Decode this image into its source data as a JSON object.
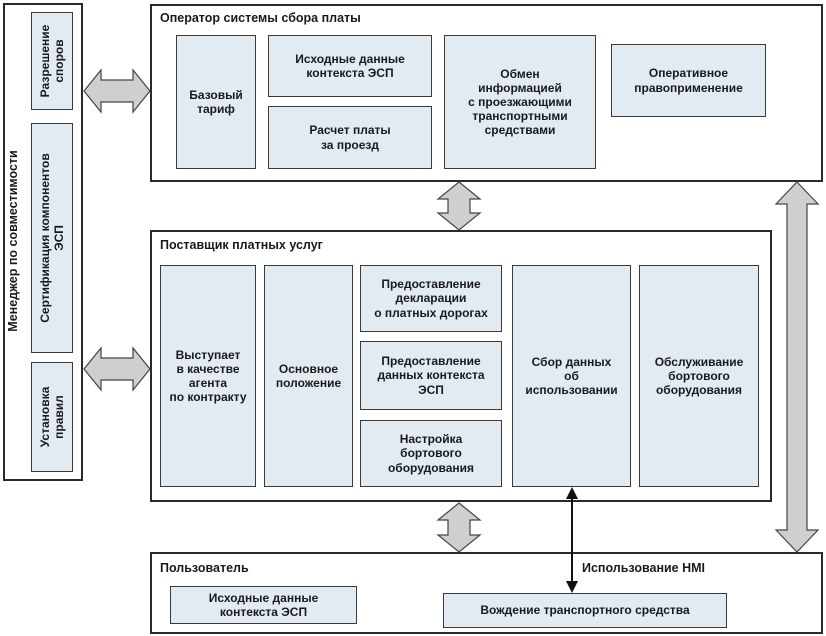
{
  "compat_manager": {
    "title": "Менеджер по совместимости",
    "boxes": [
      {
        "label": "Разрешение\nспоров"
      },
      {
        "label": "Сертификация компонентов\nЭСП"
      },
      {
        "label": "Установка\nправил"
      }
    ]
  },
  "operator": {
    "title": "Оператор системы сбора платы",
    "boxes": [
      {
        "label": "Базовый\nтариф"
      },
      {
        "label": "Исходные данные\nконтекста ЭСП"
      },
      {
        "label": "Расчет платы\nза проезд"
      },
      {
        "label": "Обмен\nинформацией\nс проезжающими\nтранспортными\nсредствами"
      },
      {
        "label": "Оперативное\nправоприменение"
      }
    ]
  },
  "provider": {
    "title": "Поставщик платных услуг",
    "boxes": [
      {
        "label": "Выступает\nв качестве\nагента\nпо контракту"
      },
      {
        "label": "Основное\nположение"
      },
      {
        "label": "Предоставление\nдекларации\nо платных дорогах"
      },
      {
        "label": "Предоставление\nданных контекста\nЭСП"
      },
      {
        "label": "Настройка\nбортового\nоборудования"
      },
      {
        "label": "Сбор данных\nоб\nиспользовании"
      },
      {
        "label": "Обслуживание\nбортового\nоборудования"
      }
    ]
  },
  "user": {
    "title": "Пользователь",
    "boxes": [
      {
        "label": "Исходные данные\nконтекста ЭСП"
      },
      {
        "label": "Вождение транспортного средства"
      }
    ]
  },
  "hmi_label": "Использование HMI",
  "colors": {
    "box_fill": "#e2eaf2",
    "arrow_fill": "#cfcfcf",
    "border": "#2a2a2a"
  }
}
